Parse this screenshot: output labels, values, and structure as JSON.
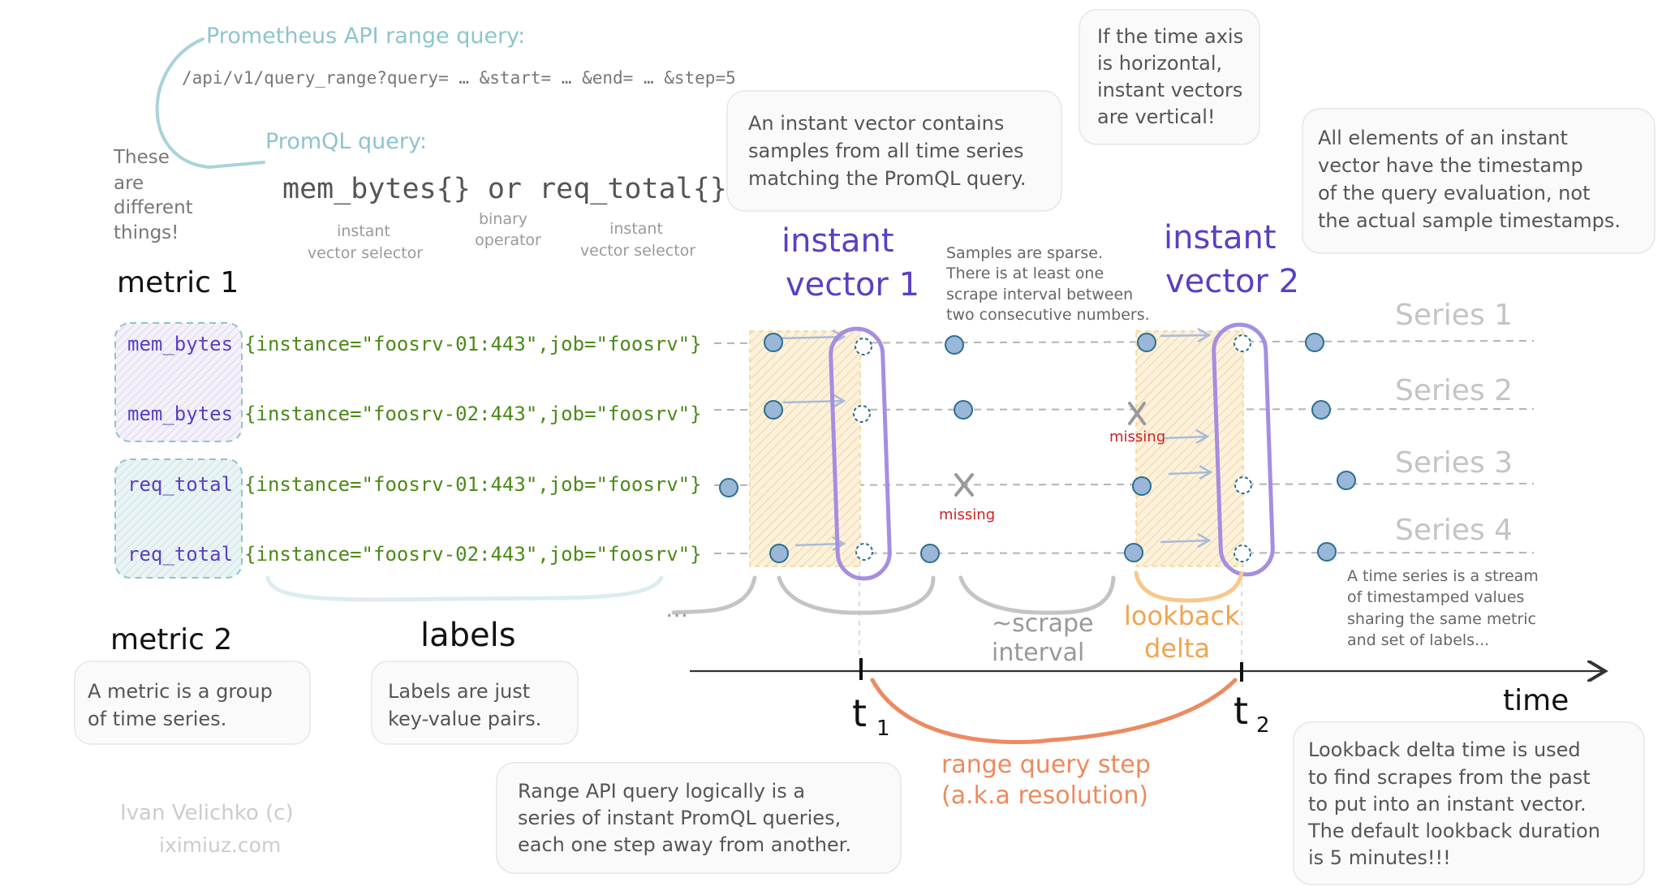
{
  "header": {
    "api_title": "Prometheus API range query:",
    "api_url": "/api/v1/query_range?query= … &start= … &end= … &step=5",
    "promql_title": "PromQL query:",
    "promql_query": "mem_bytes{} or req_total{}",
    "left_note": [
      "These",
      "are",
      "different",
      "things!"
    ],
    "selector_left": [
      "instant",
      "vector selector"
    ],
    "binary_op": [
      "binary",
      "operator"
    ],
    "selector_right": [
      "instant",
      "vector selector"
    ]
  },
  "metrics": {
    "metric1": "metric 1",
    "metric2": "metric 2",
    "labels_title": "labels",
    "rows": [
      {
        "name": "mem_bytes",
        "labels": "{instance=\"foosrv-01:443\",job=\"foosrv\"}"
      },
      {
        "name": "mem_bytes",
        "labels": "{instance=\"foosrv-02:443\",job=\"foosrv\"}"
      },
      {
        "name": "req_total",
        "labels": "{instance=\"foosrv-01:443\",job=\"foosrv\"}"
      },
      {
        "name": "req_total",
        "labels": "{instance=\"foosrv-02:443\",job=\"foosrv\"}"
      }
    ]
  },
  "series_labels": [
    "Series 1",
    "Series 2",
    "Series 3",
    "Series 4"
  ],
  "vectors": {
    "v1": [
      "instant",
      "vector 1"
    ],
    "v2": [
      "instant",
      "vector 2"
    ]
  },
  "annotations": {
    "missing": "missing",
    "scrape": [
      "~scrape",
      "interval"
    ],
    "lookback": [
      "lookback",
      "delta"
    ],
    "dots": "…",
    "sparse_note": [
      "Samples are sparse.",
      "There is at least one",
      "scrape interval between",
      "two consecutive numbers."
    ],
    "series_note": [
      "A time series is a stream",
      "of timestamped values",
      "sharing the same metric",
      "and set of labels..."
    ]
  },
  "axis": {
    "time": "time",
    "t1": "t",
    "t1_sub": "1",
    "t2": "t",
    "t2_sub": "2",
    "step": [
      "range query step",
      "(a.k.a resolution)"
    ]
  },
  "notes": {
    "instant_vector": [
      "An instant vector contains",
      "samples from all time series",
      "matching the PromQL query."
    ],
    "time_axis": [
      "If the time axis",
      "is horizontal,",
      "instant vectors",
      "are vertical!"
    ],
    "timestamp": [
      "All elements of an instant",
      "vector have the timestamp",
      "of the query evaluation, not",
      "the actual sample timestamps."
    ],
    "metric": [
      "A metric is a group",
      "of time series."
    ],
    "labels": [
      "Labels are just",
      "key-value pairs."
    ],
    "range": [
      "Range API query logically is a",
      "series of instant PromQL queries,",
      "each one step away from another."
    ],
    "lookback": [
      "Lookback delta time is used",
      "to find scrapes from the past",
      "to put into an instant vector.",
      "The default lookback duration",
      "is 5 minutes!!!"
    ]
  },
  "credit": {
    "author": "Ivan Velichko (c)",
    "site": "iximiuz.com"
  },
  "colors": {
    "teal": "#8ec4cc",
    "purple": "#5b3fc4",
    "vector_outline": "#a58ee0",
    "green": "#4a8a16",
    "orange": "#f0a450",
    "salmon": "#ec8a60",
    "missing_red": "#cc2222"
  }
}
